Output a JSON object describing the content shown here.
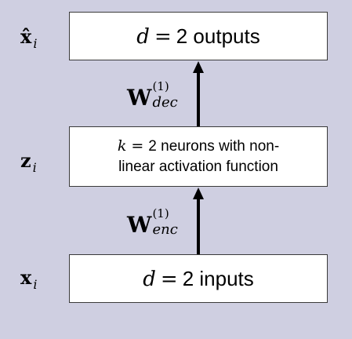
{
  "boxes": {
    "output": {
      "var": "d",
      "op": "=",
      "num": "2",
      "rest": " outputs"
    },
    "hidden": {
      "var": "k",
      "op": "=",
      "num": "2",
      "line1_rest": " neurons with non-",
      "line2": "linear activation function"
    },
    "input": {
      "var": "d",
      "op": "=",
      "num": "2",
      "rest": " inputs"
    }
  },
  "labels": {
    "x_hat": {
      "symbol": "x̂",
      "sub": "i"
    },
    "z": {
      "symbol": "z",
      "sub": "i"
    },
    "x": {
      "symbol": "x",
      "sub": "i"
    }
  },
  "weights": {
    "dec": {
      "symbol": "W",
      "sup": "(1)",
      "sub": "dec"
    },
    "enc": {
      "symbol": "W",
      "sup": "(1)",
      "sub": "enc"
    }
  },
  "colors": {
    "background": "#cfcfe1",
    "box_fill": "#ffffff",
    "arrow": "#000000"
  }
}
